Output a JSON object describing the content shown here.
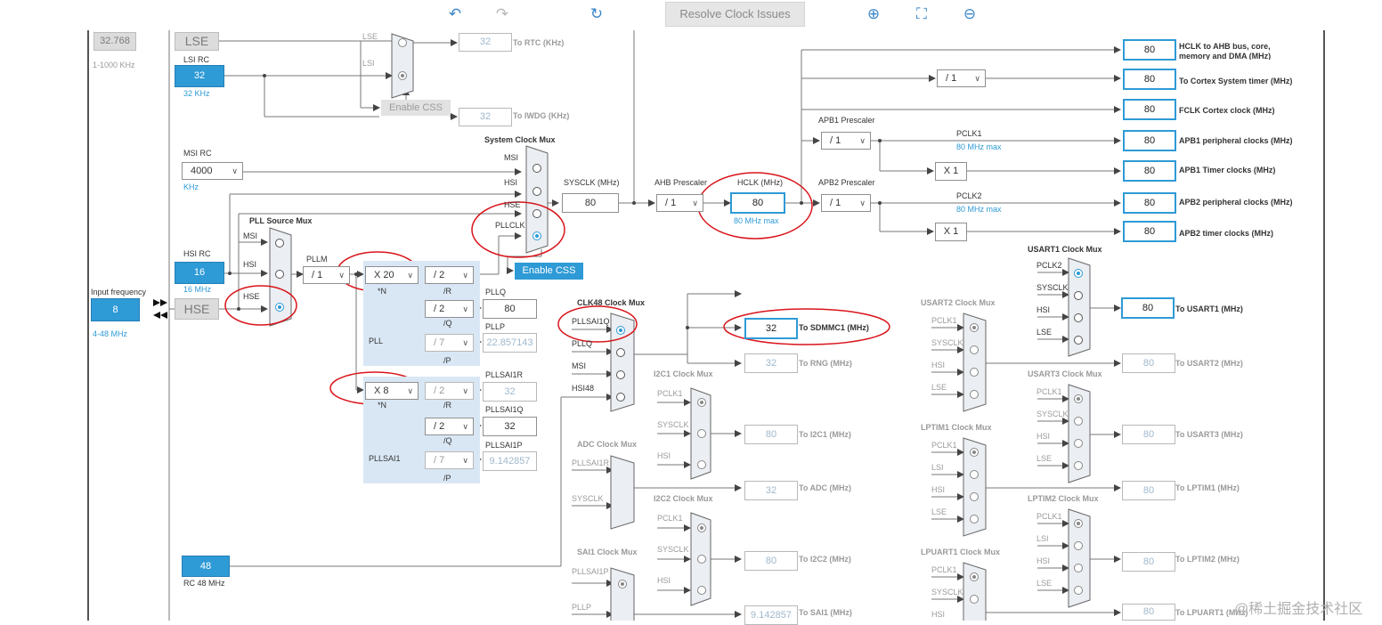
{
  "toolbar": {
    "undo_icon": "undo-icon",
    "redo_icon": "redo-icon",
    "refresh_icon": "refresh-icon",
    "resolve_label": "Resolve Clock Issues",
    "zoom_in_icon": "zoom-in-icon",
    "fit_icon": "fit-screen-icon",
    "zoom_out_icon": "zoom-out-icon"
  },
  "left": {
    "lse_freq": "32.768",
    "lse_range": "1-1000 KHz",
    "input_freq_label": "Input frequency",
    "hse_value": "8",
    "hse_range": "4-48 MHz"
  },
  "sources": {
    "lse": "LSE",
    "lsi_rc": "LSI RC",
    "lsi_value": "32",
    "lsi_unit": "32 KHz",
    "msi_rc": "MSI RC",
    "msi_value": "4000",
    "msi_unit": "KHz",
    "hsi_rc": "HSI RC",
    "hsi_value": "16",
    "hsi_unit": "16 MHz",
    "hse": "HSE",
    "rc48_value": "48",
    "rc48_label": "RC 48 MHz"
  },
  "rtc": {
    "lse": "LSE",
    "lsi": "LSI",
    "rtc_value": "32",
    "rtc_label": "To RTC (KHz)",
    "iwdg_value": "32",
    "iwdg_label": "To IWDG (KHz)",
    "enable_css": "Enable CSS"
  },
  "pll_source_mux": {
    "title": "PLL Source Mux",
    "msi": "MSI",
    "hsi": "HSI",
    "hse": "HSE"
  },
  "pll": {
    "pllm": "PLLM",
    "pllm_value": "/ 1",
    "n_value": "X 20",
    "n_label": "*N",
    "r_value": "/ 2",
    "r_label": "/R",
    "q_value": "/ 2",
    "q_label": "/Q",
    "p_value": "/ 7",
    "p_label": "/P",
    "pllq": "PLLQ",
    "pllq_value": "80",
    "pllp": "PLLP",
    "pllp_value": "22.857143",
    "pll_label": "PLL"
  },
  "pllsai1": {
    "n_value": "X 8",
    "n_label": "*N",
    "r_value": "/ 2",
    "r_label": "/R",
    "q_value": "/ 2",
    "q_label": "/Q",
    "p_value": "/ 7",
    "p_label": "/P",
    "r_out": "PLLSAI1R",
    "r_out_value": "32",
    "q_out": "PLLSAI1Q",
    "q_out_value": "32",
    "p_out": "PLLSAI1P",
    "p_out_value": "9.142857",
    "label": "PLLSAI1"
  },
  "sysclk_mux": {
    "title": "System Clock Mux",
    "msi": "MSI",
    "hsi": "HSI",
    "hse": "HSE",
    "pllclk": "PLLCLK",
    "sysclk_label": "SYSCLK (MHz)",
    "sysclk_value": "80",
    "enable_css": "Enable CSS"
  },
  "ahb": {
    "ahb_prescaler": "AHB Prescaler",
    "ahb_value": "/ 1",
    "hclk_label": "HCLK (MHz)",
    "hclk_value": "80",
    "hclk_max": "80 MHz max"
  },
  "apb": {
    "apb1_prescaler": "APB1 Prescaler",
    "apb1_value": "/ 1",
    "pclk1": "PCLK1",
    "pclk1_max": "80 MHz max",
    "x1_a": "X 1",
    "apb2_prescaler": "APB2 Prescaler",
    "apb2_value": "/ 1",
    "pclk2": "PCLK2",
    "pclk2_max": "80 MHz max",
    "x1_b": "X 1",
    "cortex_div": "/ 1"
  },
  "outputs": {
    "hclk_ahb_value": "80",
    "hclk_ahb_label": "HCLK to AHB bus, core, memory and DMA (MHz)",
    "cortex_timer_value": "80",
    "cortex_timer_label": "To Cortex System timer (MHz)",
    "fclk_value": "80",
    "fclk_label": "FCLK Cortex clock (MHz)",
    "apb1_periph_value": "80",
    "apb1_periph_label": "APB1 peripheral clocks (MHz)",
    "apb1_timer_value": "80",
    "apb1_timer_label": "APB1 Timer clocks (MHz)",
    "apb2_periph_value": "80",
    "apb2_periph_label": "APB2 peripheral clocks (MHz)",
    "apb2_timer_value": "80",
    "apb2_timer_label": "APB2 timer clocks (MHz)"
  },
  "clk48": {
    "title": "CLK48 Clock Mux",
    "pllsai1q": "PLLSAI1Q",
    "pllq": "PLLQ",
    "msi": "MSI",
    "hsi48": "HSI48",
    "sdmmc_value": "32",
    "sdmmc_label": "To SDMMC1 (MHz)",
    "rng_value": "32",
    "rng_label": "To RNG (MHz)"
  },
  "i2c1": {
    "title": "I2C1 Clock Mux",
    "pclk1": "PCLK1",
    "sysclk": "SYSCLK",
    "hsi": "HSI",
    "value": "80",
    "label": "To I2C1 (MHz)"
  },
  "adc": {
    "title": "ADC Clock Mux",
    "pllsai1r": "PLLSAI1R",
    "sysclk": "SYSCLK",
    "value": "32",
    "label": "To ADC (MHz)"
  },
  "i2c2": {
    "title": "I2C2 Clock Mux",
    "pclk1": "PCLK1",
    "sysclk": "SYSCLK",
    "hsi": "HSI",
    "value": "80",
    "label": "To I2C2 (MHz)"
  },
  "sai1": {
    "title": "SAI1 Clock Mux",
    "pllsai1p": "PLLSAI1P",
    "pllp": "PLLP",
    "value": "9.142857",
    "label": "To SAI1 (MHz)"
  },
  "usart1": {
    "title": "USART1 Clock Mux",
    "pclk2": "PCLK2",
    "sysclk": "SYSCLK",
    "hsi": "HSI",
    "lse": "LSE",
    "value": "80",
    "label": "To USART1 (MHz)"
  },
  "usart2": {
    "title": "USART2 Clock Mux",
    "pclk1": "PCLK1",
    "sysclk": "SYSCLK",
    "hsi": "HSI",
    "lse": "LSE",
    "value": "80",
    "label": "To USART2 (MHz)"
  },
  "usart3": {
    "title": "USART3 Clock Mux",
    "pclk1": "PCLK1",
    "sysclk": "SYSCLK",
    "hsi": "HSI",
    "lse": "LSE",
    "value": "80",
    "label": "To USART3 (MHz)"
  },
  "lptim1": {
    "title": "LPTIM1 Clock Mux",
    "pclk1": "PCLK1",
    "lsi": "LSI",
    "hsi": "HSI",
    "lse": "LSE",
    "value": "80",
    "label": "To LPTIM1 (MHz)"
  },
  "lptim2": {
    "title": "LPTIM2 Clock Mux",
    "pclk1": "PCLK1",
    "lsi": "LSI",
    "hsi": "HSI",
    "lse": "LSE",
    "value": "80",
    "label": "To LPTIM2 (MHz)"
  },
  "lpuart1": {
    "title": "LPUART1 Clock Mux",
    "pclk1": "PCLK1",
    "sysclk": "SYSCLK",
    "hsi": "HSI",
    "value": "80",
    "label": "To LPUART1 (MHz)"
  },
  "watermark": "@稀土掘金技术社区",
  "colors": {
    "accent": "#2e9ad6",
    "annotation": "#d9141b",
    "panel": "#d9e7f5"
  }
}
